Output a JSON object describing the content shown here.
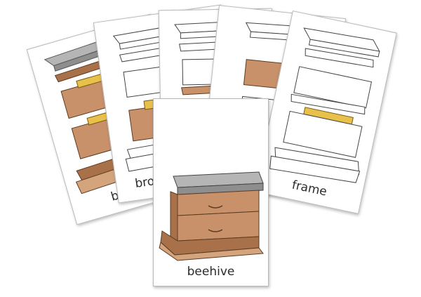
{
  "cards": [
    {
      "label": "beehive"
    },
    {
      "label": "brood chamber"
    },
    {
      "label": ""
    },
    {
      "label": ""
    },
    {
      "label": "frame"
    },
    {
      "label": "beehive"
    }
  ],
  "colors": {
    "wood": "#c8916a",
    "wood_dark": "#8a5a3a",
    "lid": "#b5b5b5",
    "frame_yellow": "#e8c14a"
  }
}
